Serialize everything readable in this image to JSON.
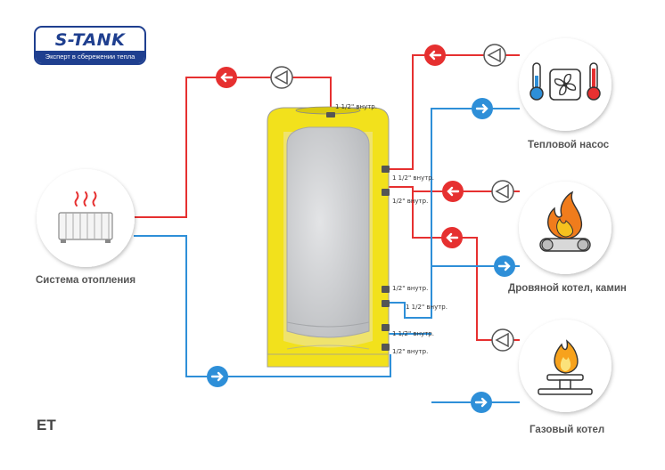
{
  "brand": {
    "logo_text": "S-TANK",
    "tagline": "Эксперт в сбережении тепла"
  },
  "model": "ET",
  "devices": {
    "heating_system": "Система отопления",
    "heat_pump": "Тепловой насос",
    "wood_boiler": "Дровяной котел, камин",
    "gas_boiler": "Газовый котел"
  },
  "ports": {
    "top": "1 1/2\" внутр.",
    "right_1": "1 1/2\" внутр.",
    "right_2": "1/2\" внутр.",
    "right_3": "1/2\" внутр.",
    "right_4": "1 1/2\" внутр.",
    "right_5": "1 1/2\" внутр.",
    "right_6": "1/2\" внутр."
  },
  "colors": {
    "hot": "#e63030",
    "cold": "#2e8fd8",
    "insulation": "#f2e11c",
    "tank": "#c9cbce",
    "brand": "#1f3f8f"
  }
}
